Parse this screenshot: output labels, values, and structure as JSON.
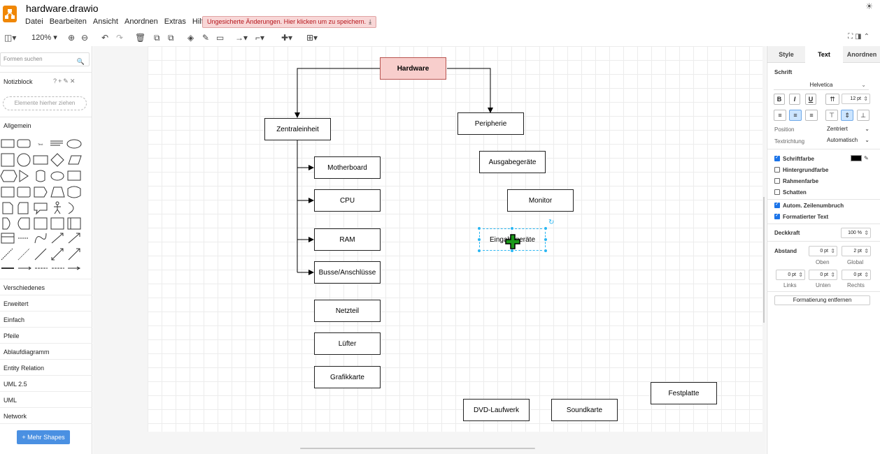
{
  "app": {
    "file_title": "hardware.drawio",
    "menu": [
      "Datei",
      "Bearbeiten",
      "Ansicht",
      "Anordnen",
      "Extras",
      "Hilfe"
    ],
    "unsaved_notice": "Ungesicherte Änderungen. Hier klicken um zu speichern."
  },
  "toolbar": {
    "zoom": "120%"
  },
  "left_panel": {
    "search_placeholder": "Formen suchen",
    "notizblock": "Notizblock",
    "drop_zone": "Elemente hierher ziehen",
    "general_section": "Allgemein",
    "categories": [
      "Verschiedenes",
      "Erweitert",
      "Einfach",
      "Pfeile",
      "Ablaufdiagramm",
      "Entity Relation",
      "UML 2.5",
      "UML",
      "Network"
    ],
    "more_shapes": "+ Mehr Shapes"
  },
  "diagram": {
    "nodes": {
      "hardware": "Hardware",
      "zentraleinheit": "Zentraleinheit",
      "peripherie": "Peripherie",
      "motherboard": "Motherboard",
      "cpu": "CPU",
      "ram": "RAM",
      "busse": "Busse/Anschlüsse",
      "netzteil": "Netzteil",
      "luefter": "Lüfter",
      "grafikkarte": "Grafikkarte",
      "ausgabegeraete": "Ausgabegeräte",
      "monitor": "Monitor",
      "eingabegeraete": "Eingabegeräte",
      "dvd": "DVD-Laufwerk",
      "soundkarte": "Soundkarte",
      "festplatte": "Festplatte"
    }
  },
  "right_panel": {
    "tabs": [
      "Style",
      "Text",
      "Anordnen"
    ],
    "schrift": "Schrift",
    "font": "Helvetica",
    "font_size": "12 pt",
    "position_label": "Position",
    "position_value": "Zentriert",
    "textrichtung_label": "Textrichtung",
    "textrichtung_value": "Automatisch",
    "schriftfarbe": "Schriftfarbe",
    "hintergrundfarbe": "Hintergrundfarbe",
    "rahmenfarbe": "Rahmenfarbe",
    "schatten": "Schatten",
    "zeilenumbruch": "Autom. Zeilenumbruch",
    "formatierter_text": "Formatierter Text",
    "deckkraft": "Deckkraft",
    "deckkraft_value": "100 %",
    "abstand": "Abstand",
    "oben_value": "0 pt",
    "global_value": "2 pt",
    "oben": "Oben",
    "global": "Global",
    "links_value": "0 pt",
    "unten_value": "0 pt",
    "rechts_value": "0 pt",
    "links": "Links",
    "unten": "Unten",
    "rechts": "Rechts",
    "format_remove": "Formatierung entfernen"
  }
}
